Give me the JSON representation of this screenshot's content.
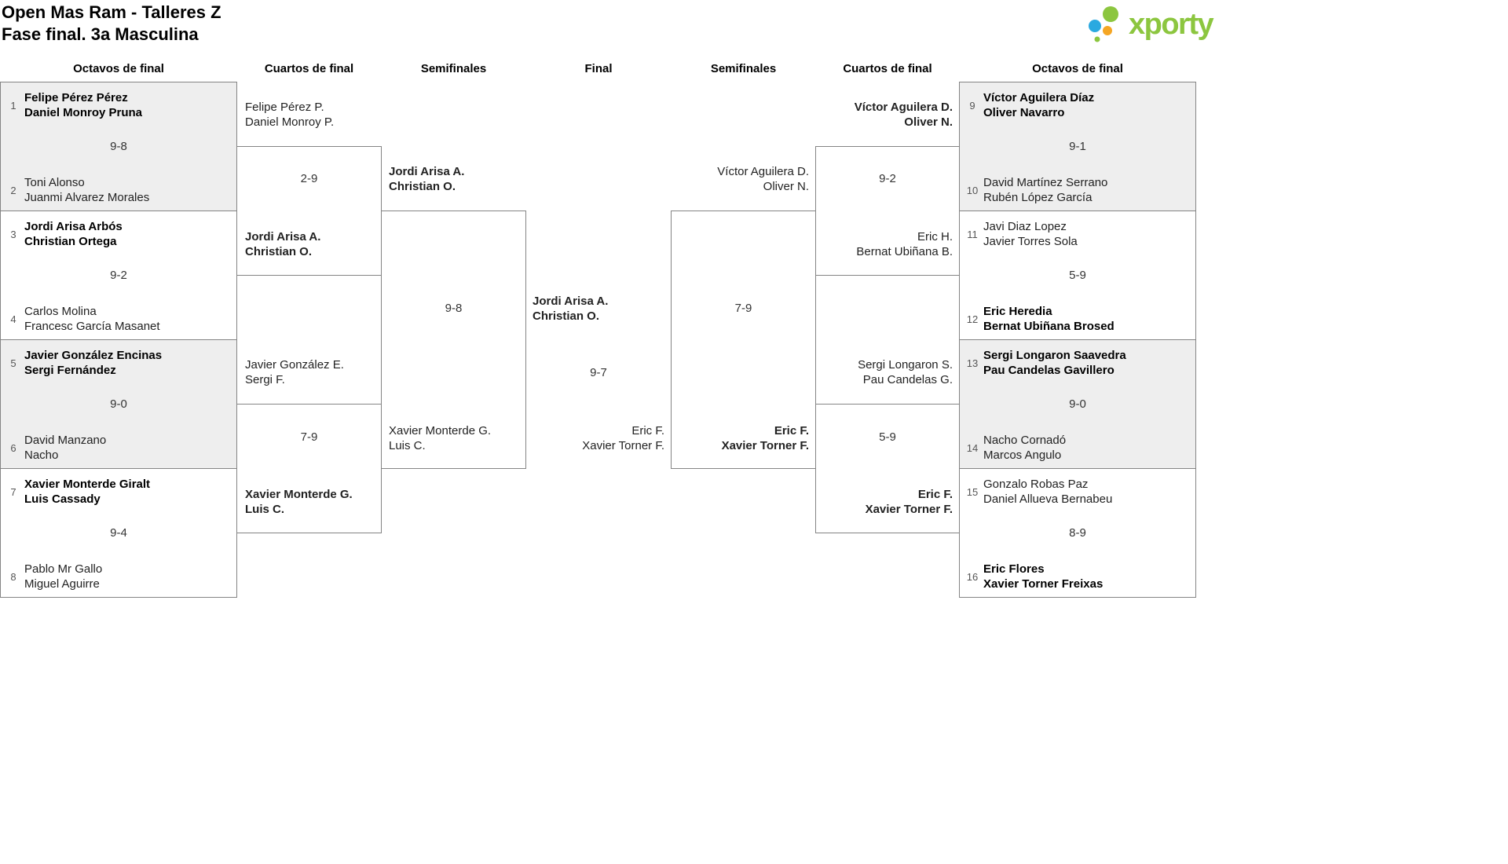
{
  "header": {
    "title": "Open Mas Ram - Talleres Z",
    "subtitle": "Fase final. 3a Masculina"
  },
  "logo": {
    "text": "xporty"
  },
  "colors": {
    "brand_green": "#8cc63f",
    "brand_blue": "#2aa9e0",
    "brand_orange": "#f5a623",
    "box_fill_gray": "#eeeeee",
    "box_border": "#848484"
  },
  "round_headers": {
    "left_octavos": "Octavos de final",
    "left_cuartos": "Cuartos de final",
    "left_semis": "Semifinales",
    "final": "Final",
    "right_semis": "Semifinales",
    "right_cuartos": "Cuartos de final",
    "right_octavos": "Octavos de final"
  },
  "left_octavos": [
    {
      "seed_a": "1",
      "team_a1": "Felipe Pérez Pérez",
      "team_a2": "Daniel Monroy Pruna",
      "score": "9-8",
      "seed_b": "2",
      "team_b1": "Toni Alonso",
      "team_b2": "Juanmi Alvarez Morales",
      "winner": "a"
    },
    {
      "seed_a": "3",
      "team_a1": "Jordi Arisa Arbós",
      "team_a2": "Christian Ortega",
      "score": "9-2",
      "seed_b": "4",
      "team_b1": "Carlos Molina",
      "team_b2": "Francesc García Masanet",
      "winner": "a"
    },
    {
      "seed_a": "5",
      "team_a1": "Javier González Encinas",
      "team_a2": "Sergi Fernández",
      "score": "9-0",
      "seed_b": "6",
      "team_b1": "David Manzano",
      "team_b2": "Nacho",
      "winner": "a"
    },
    {
      "seed_a": "7",
      "team_a1": "Xavier Monterde Giralt",
      "team_a2": "Luis Cassady",
      "score": "9-4",
      "seed_b": "8",
      "team_b1": "Pablo Mr Gallo",
      "team_b2": "Miguel Aguirre",
      "winner": "a"
    }
  ],
  "left_cuartos": [
    {
      "team_a1": "Felipe Pérez P.",
      "team_a2": "Daniel Monroy P.",
      "score": "2-9",
      "team_b1": "Jordi Arisa A.",
      "team_b2": "Christian O.",
      "winner": "b"
    },
    {
      "team_a1": "Javier González E.",
      "team_a2": "Sergi F.",
      "score": "7-9",
      "team_b1": "Xavier Monterde G.",
      "team_b2": "Luis C.",
      "winner": "b"
    }
  ],
  "left_semis": {
    "team_a1": "Jordi Arisa A.",
    "team_a2": "Christian O.",
    "score": "9-8",
    "team_b1": "Xavier Monterde G.",
    "team_b2": "Luis C.",
    "winner": "a"
  },
  "final": {
    "team_a1": "Jordi Arisa A.",
    "team_a2": "Christian O.",
    "score": "9-7",
    "team_b1": "Eric F.",
    "team_b2": "Xavier Torner F.",
    "winner": "a"
  },
  "right_semis": {
    "team_a1": "Víctor Aguilera D.",
    "team_a2": "Oliver N.",
    "score": "7-9",
    "team_b1": "Eric F.",
    "team_b2": "Xavier Torner F.",
    "winner": "b"
  },
  "right_cuartos": [
    {
      "team_a1": "Víctor Aguilera D.",
      "team_a2": "Oliver N.",
      "score": "9-2",
      "team_b1": "Eric H.",
      "team_b2": "Bernat Ubiñana B.",
      "winner": "a"
    },
    {
      "team_a1": "Sergi Longaron S.",
      "team_a2": "Pau Candelas G.",
      "score": "5-9",
      "team_b1": "Eric F.",
      "team_b2": "Xavier Torner F.",
      "winner": "b"
    }
  ],
  "right_octavos": [
    {
      "seed_a": "9",
      "team_a1": "Víctor Aguilera Díaz",
      "team_a2": "Oliver Navarro",
      "score": "9-1",
      "seed_b": "10",
      "team_b1": "David Martínez Serrano",
      "team_b2": "Rubén López García",
      "winner": "a"
    },
    {
      "seed_a": "11",
      "team_a1": "Javi Diaz Lopez",
      "team_a2": "Javier Torres Sola",
      "score": "5-9",
      "seed_b": "12",
      "team_b1": "Eric Heredia",
      "team_b2": "Bernat Ubiñana Brosed",
      "winner": "b"
    },
    {
      "seed_a": "13",
      "team_a1": "Sergi Longaron Saavedra",
      "team_a2": "Pau Candelas Gavillero",
      "score": "9-0",
      "seed_b": "14",
      "team_b1": "Nacho Cornadó",
      "team_b2": "Marcos Angulo",
      "winner": "a"
    },
    {
      "seed_a": "15",
      "team_a1": "Gonzalo Robas Paz",
      "team_a2": "Daniel Allueva Bernabeu",
      "score": "8-9",
      "seed_b": "16",
      "team_b1": "Eric Flores",
      "team_b2": "Xavier Torner Freixas",
      "winner": "b"
    }
  ]
}
